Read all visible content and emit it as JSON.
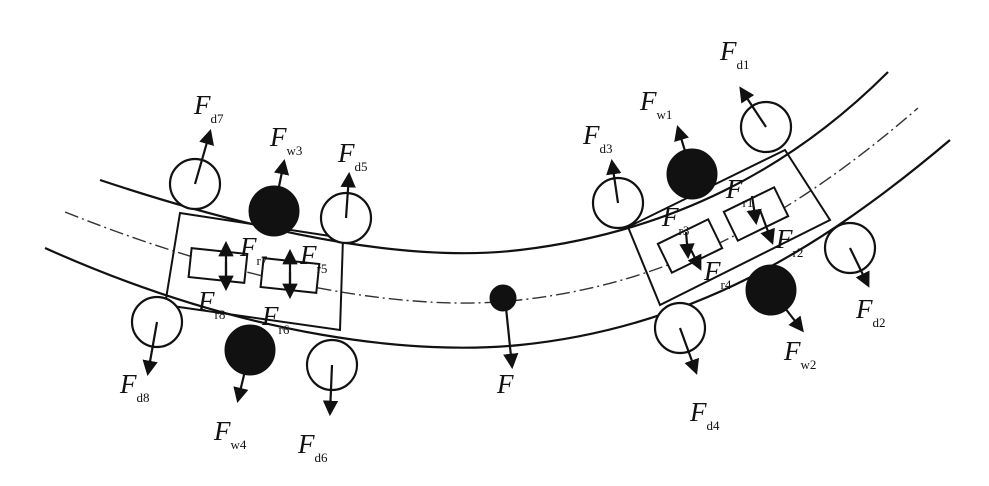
{
  "labels": {
    "d1": {
      "main": "F",
      "sub": "d1"
    },
    "d2": {
      "main": "F",
      "sub": "d2"
    },
    "d3": {
      "main": "F",
      "sub": "d3"
    },
    "d4": {
      "main": "F",
      "sub": "d4"
    },
    "d5": {
      "main": "F",
      "sub": "d5"
    },
    "d6": {
      "main": "F",
      "sub": "d6"
    },
    "d7": {
      "main": "F",
      "sub": "d7"
    },
    "d8": {
      "main": "F",
      "sub": "d8"
    },
    "w1": {
      "main": "F",
      "sub": "w1"
    },
    "w2": {
      "main": "F",
      "sub": "w2"
    },
    "w3": {
      "main": "F",
      "sub": "w3"
    },
    "w4": {
      "main": "F",
      "sub": "w4"
    },
    "r1": {
      "main": "F",
      "sub": "r1"
    },
    "r2": {
      "main": "F",
      "sub": "r2"
    },
    "r3": {
      "main": "F",
      "sub": "r3"
    },
    "r4": {
      "main": "F",
      "sub": "r4"
    },
    "r5": {
      "main": "F",
      "sub": "r5"
    },
    "r6": {
      "main": "F",
      "sub": "r6"
    },
    "r7": {
      "main": "F",
      "sub": "r7"
    },
    "r8": {
      "main": "F",
      "sub": "r8"
    },
    "center": {
      "main": "F"
    }
  }
}
